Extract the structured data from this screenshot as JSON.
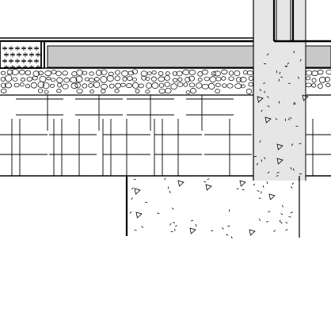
{
  "drawing": {
    "colors": {
      "line": "#000000",
      "background": "#ffffff",
      "wall_fill": "#e6e6e6",
      "slab_fill": "#c8c8c8",
      "insulation_fill": "#ffffff"
    },
    "hatch_patterns": [
      "vegetation-symbol",
      "gravel-circles",
      "parquet-brick",
      "concrete-triangles"
    ]
  }
}
